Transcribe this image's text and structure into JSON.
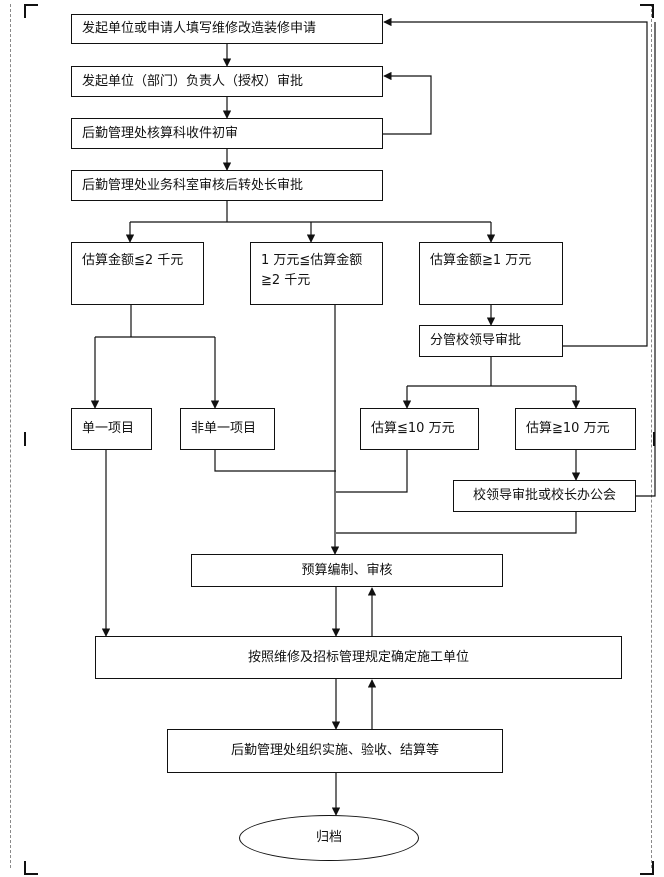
{
  "nodes": {
    "initiate_apply": "发起单位或申请人填写维修改造装修申请",
    "unit_head_approve": "发起单位（部门）负责人（授权）审批",
    "logistics_initial_review": "后勤管理处核算科收件初审",
    "business_office_review": "后勤管理处业务科室审核后转处长审批",
    "estimate_under_2": "估算金额≦2 千元",
    "estimate_1_to_2": "1 万元≦估算金额\n≧2 千元",
    "estimate_over_1": "估算金额≧1 万元",
    "vice_leader_approve": "分管校领导审批",
    "single_item": "单一项目",
    "non_single_item": "非单一项目",
    "estimate_under_10": "估算≦10 万元",
    "estimate_over_10": "估算≧10 万元",
    "school_leader_meeting": "校领导审批或校长办公会",
    "budget_compile": "预算编制、审核",
    "select_contractor": "按照维修及招标管理规定确定施工单位",
    "logistics_implement": "后勤管理处组织实施、验收、结算等",
    "archive": "归档"
  },
  "style": {
    "line_color": "#111111",
    "frame_color": "#8a8a8a"
  }
}
